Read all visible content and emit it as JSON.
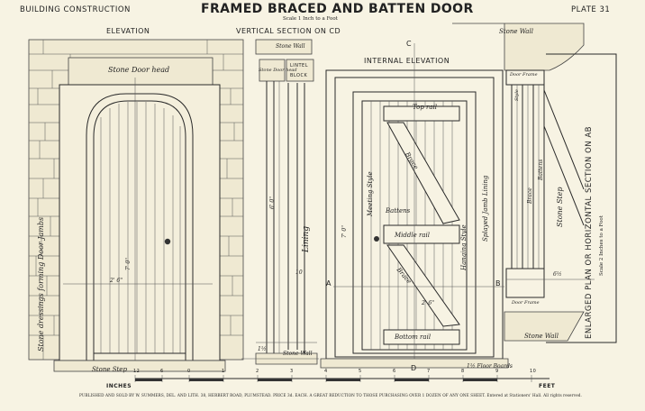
{
  "header": {
    "left": "BUILDING CONSTRUCTION",
    "title": "FRAMED BRACED AND BATTEN DOOR",
    "scale": "Scale 1 Inch to a Foot",
    "plate": "PLATE 31"
  },
  "views": {
    "elevation": "ELEVATION",
    "vertical_section": "VERTICAL SECTION ON CD",
    "internal_elevation": "INTERNAL ELEVATION",
    "plan_section": "ENLARGED PLAN OR HORIZONTAL SECTION ON AB",
    "plan_scale": "Scale 2 Inches to a Foot"
  },
  "labels": {
    "stone_door_head": "Stone Door head",
    "stone_dressings": "Stone dressings forming Door Jambs",
    "stone_step_left": "Stone Step",
    "stone_wall_section": "Stone Wall",
    "stone_door_head_section": "Stone Door head",
    "lintel": "LINTEL",
    "block": "BLOCK",
    "lining": "Lining",
    "stone_wall_lower": "Stone Wall",
    "top_rail": "Top rail",
    "brace_upper": "Brace",
    "meeting_style": "Meeting Style",
    "battens": "Battens",
    "middle_rail": "Middle rail",
    "brace_lower": "Brace",
    "bottom_rail": "Bottom rail",
    "hanging_style": "Hanging Style",
    "splayed_jamb_lining": "Splayed Jamb Lining",
    "floor_boards": "1½ Floor Boards",
    "stone_wall_plan_top": "Stone Wall",
    "stone_wall_plan_bottom": "Stone Wall",
    "door_frame_top": "Door Frame",
    "door_frame_bottom": "Door Frame",
    "style": "Style",
    "brace_plan": "Brace",
    "battens_plan": "Battens",
    "stone_step_plan": "Stone Step",
    "dim_elev_width": "2' 6\"",
    "dim_elev_height": "7' 0\"",
    "dim_sec_height": "6' 0\"",
    "dim_sec_base": "10",
    "dim_sec_1": "1½",
    "dim_int_height": "7' 0\"",
    "dim_int_width": "2' 6\"",
    "dim_plan": "6½",
    "point_a": "A",
    "point_b": "B",
    "point_c": "C",
    "point_d": "D"
  },
  "scale_bar": {
    "inches": "INCHES",
    "feet": "FEET",
    "ticks": [
      "12",
      "6",
      "0",
      "1",
      "2",
      "3",
      "4",
      "5",
      "6",
      "7",
      "8",
      "9",
      "10"
    ]
  },
  "footer": "PUBLISHED AND SOLD BY W. SUMMERS, DEL. AND LITH. 38, HERBERT ROAD, PLUMSTEAD. PRICE 3d. EACH. A GREAT REDUCTION TO THOSE PURCHASING OVER 1 DOZEN OF ANY ONE SHEET. Entered at Stationers' Hall. All rights reserved.",
  "colors": {
    "paper": "#f7f3e3",
    "ink": "#222222"
  }
}
